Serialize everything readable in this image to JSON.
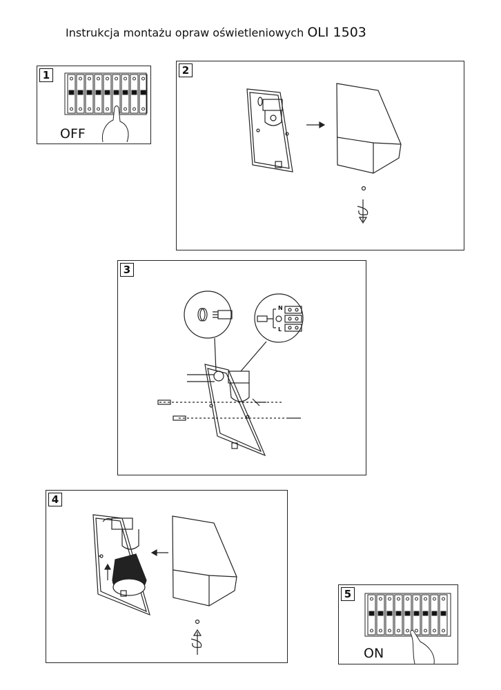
{
  "title": {
    "text": "Instrukcja montażu opraw oświetleniowych",
    "model": "OLI 1503"
  },
  "steps": [
    {
      "number": "1",
      "label": "OFF"
    },
    {
      "number": "2"
    },
    {
      "number": "3",
      "terminal_labels": {
        "neutral": "N",
        "live": "L"
      }
    },
    {
      "number": "4"
    },
    {
      "number": "5",
      "label": "ON"
    }
  ]
}
